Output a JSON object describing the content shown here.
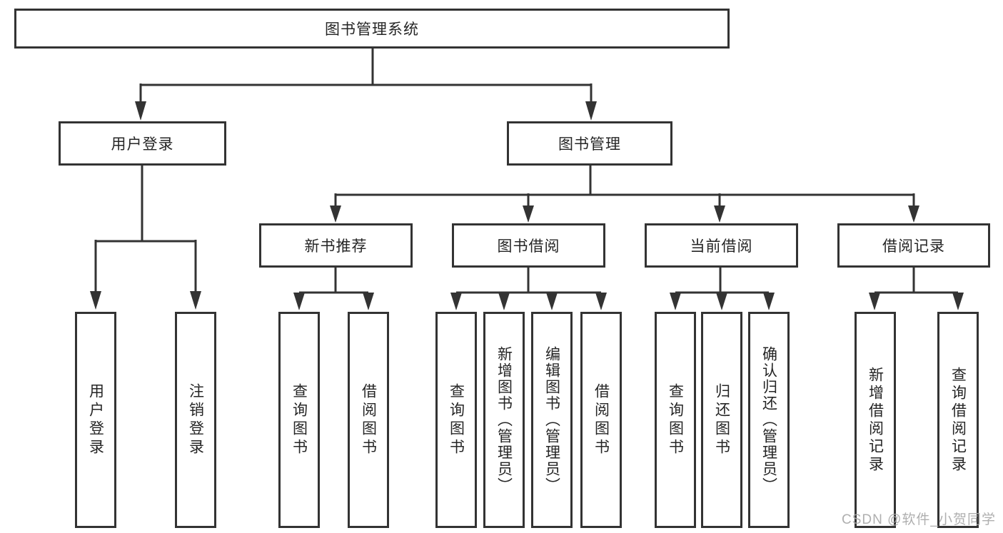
{
  "style": {
    "background": "#ffffff",
    "line_color": "#333333",
    "box_border_color": "#333333",
    "text_color": "#252525",
    "watermark_color": "#a8a8a8"
  },
  "root": {
    "label": "图书管理系统"
  },
  "level2": [
    {
      "label": "用户登录"
    },
    {
      "label": "图书管理"
    }
  ],
  "level3": [
    {
      "label": "新书推荐"
    },
    {
      "label": "图书借阅"
    },
    {
      "label": "当前借阅"
    },
    {
      "label": "借阅记录"
    }
  ],
  "leaves": [
    {
      "label": "用户登录",
      "parent": "用户登录"
    },
    {
      "label": "注销登录",
      "parent": "用户登录"
    },
    {
      "label": "查询图书",
      "parent": "新书推荐"
    },
    {
      "label": "借阅图书",
      "parent": "新书推荐"
    },
    {
      "label": "查询图书",
      "parent": "图书借阅"
    },
    {
      "label": "新增图书（管理员）",
      "parent": "图书借阅"
    },
    {
      "label": "编辑图书（管理员）",
      "parent": "图书借阅"
    },
    {
      "label": "借阅图书",
      "parent": "图书借阅"
    },
    {
      "label": "查询图书",
      "parent": "当前借阅"
    },
    {
      "label": "归还图书",
      "parent": "当前借阅"
    },
    {
      "label": "确认归还（管理员）",
      "parent": "当前借阅"
    },
    {
      "label": "新增借阅记录",
      "parent": "借阅记录"
    },
    {
      "label": "查询借阅记录",
      "parent": "借阅记录"
    }
  ],
  "watermark": {
    "text": "CSDN @软件_小贺同学"
  }
}
